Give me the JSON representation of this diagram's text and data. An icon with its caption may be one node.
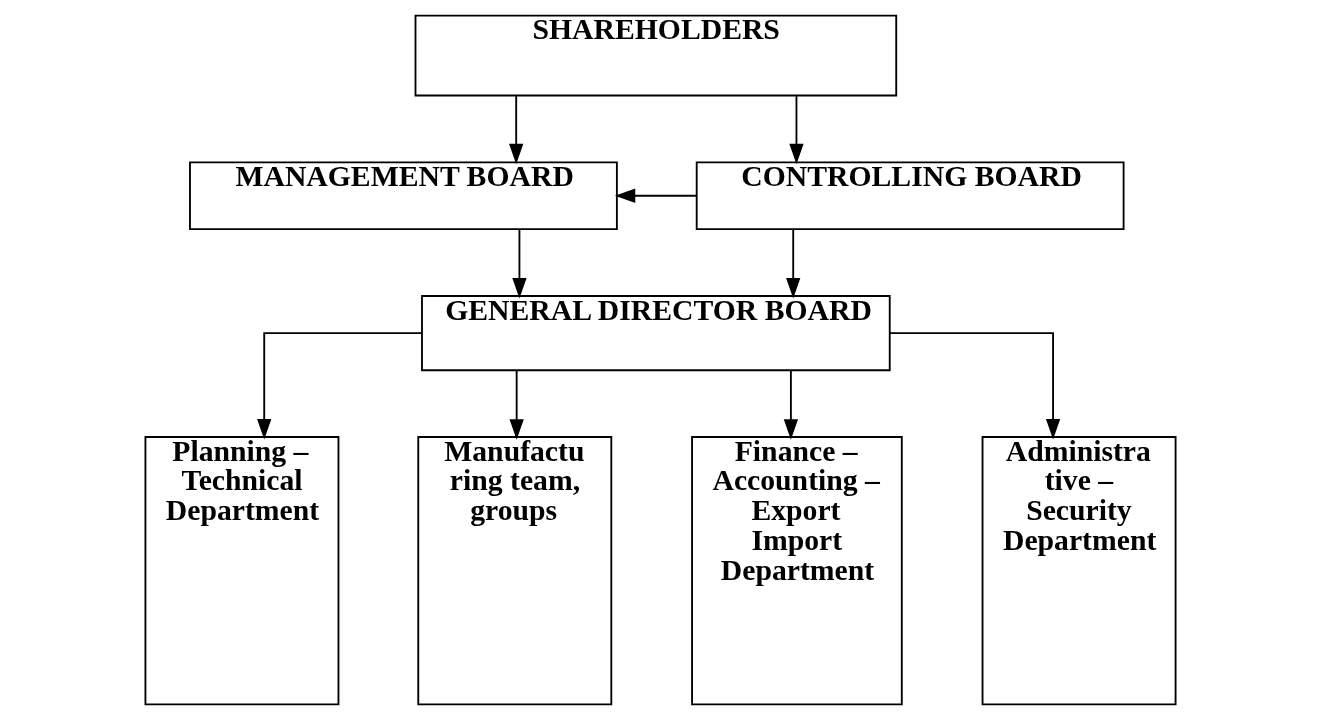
{
  "diagram": {
    "nodes": [
      {
        "text": [
          "SHAREHOLDERS"
        ]
      },
      {
        "text": [
          "MANAGEMENT BOARD"
        ]
      },
      {
        "text": [
          "CONTROLLING BOARD"
        ]
      },
      {
        "text": [
          "GENERAL DIRECTOR BOARD"
        ]
      },
      {
        "text": [
          "Planning – Technical Department"
        ]
      },
      {
        "text": [
          "Manufactu ring team, groups"
        ]
      },
      {
        "text": [
          "Finance – Accounting – Export Import Department"
        ]
      },
      {
        "text": [
          "Administra tive – Security Department"
        ]
      }
    ],
    "edges": [
      {
        "from": 0,
        "to": 1,
        "arrow": "to"
      },
      {
        "from": 0,
        "to": 2,
        "arrow": "to"
      },
      {
        "from": 2,
        "to": 1,
        "arrow": "to"
      },
      {
        "from": 1,
        "to": 3,
        "arrow": "to"
      },
      {
        "from": 2,
        "to": 3,
        "arrow": "to"
      },
      {
        "from": 3,
        "to": 4,
        "arrow": "to"
      },
      {
        "from": 3,
        "to": 5,
        "arrow": "to"
      },
      {
        "from": 3,
        "to": 6,
        "arrow": "to"
      },
      {
        "from": 3,
        "to": 7,
        "arrow": "to"
      }
    ]
  }
}
